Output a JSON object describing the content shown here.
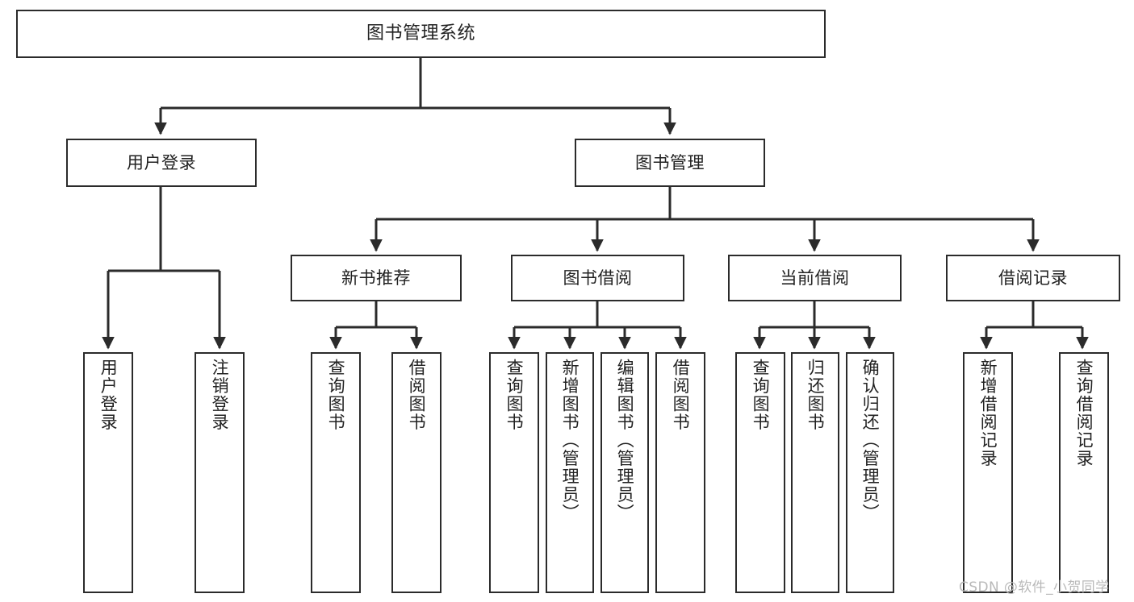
{
  "diagram": {
    "title": "图书管理系统",
    "type": "tree-hierarchy",
    "watermark": "CSDN @软件_小贺同学",
    "colors": {
      "background": "#ffffff",
      "border": "#2b2b2b",
      "text": "#222222",
      "edge": "#2b2b2b",
      "watermark": "#b9b9b9"
    },
    "nodes": {
      "root": {
        "label": "图书管理系统"
      },
      "level1": [
        {
          "label": "用户登录"
        },
        {
          "label": "图书管理"
        }
      ],
      "level2": [
        {
          "label": "新书推荐"
        },
        {
          "label": "图书借阅"
        },
        {
          "label": "当前借阅"
        },
        {
          "label": "借阅记录"
        }
      ],
      "leaves": {
        "user_login": [
          {
            "label": "用户登录"
          },
          {
            "label": "注销登录"
          }
        ],
        "new_book_recommend": [
          {
            "label": "查询图书"
          },
          {
            "label": "借阅图书"
          }
        ],
        "book_borrow": [
          {
            "label": "查询图书"
          },
          {
            "label": "新增图书（管理员）"
          },
          {
            "label": "编辑图书（管理员）"
          },
          {
            "label": "借阅图书"
          }
        ],
        "current_borrow": [
          {
            "label": "查询图书"
          },
          {
            "label": "归还图书"
          },
          {
            "label": "确认归还（管理员）"
          }
        ],
        "borrow_record": [
          {
            "label": "新增借阅记录"
          },
          {
            "label": "查询借阅记录"
          }
        ]
      }
    }
  }
}
